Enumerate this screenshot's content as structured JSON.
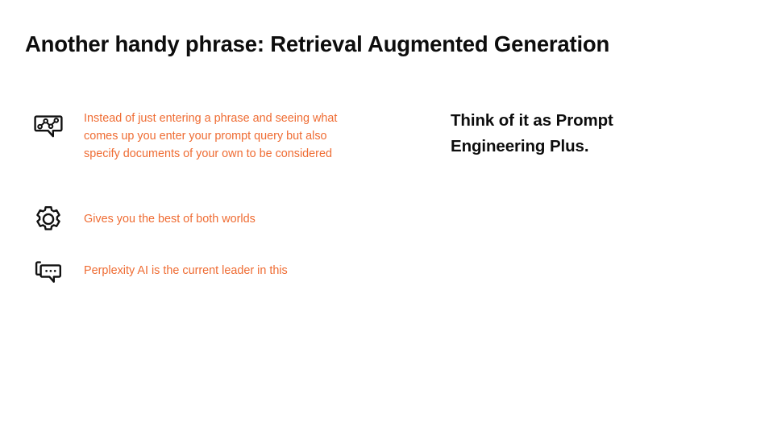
{
  "slide": {
    "title": "Another handy phrase: Retrieval Augmented Generation",
    "background_color": "#ffffff",
    "accent_color": "#ef6c33",
    "text_color": "#0d0d0d"
  },
  "left_column": {
    "bullets": [
      {
        "icon": "chart-speech-bubble-icon",
        "text": "Instead of just entering a phrase and seeing what comes up you enter your prompt query but also specify documents of your own to be considered"
      },
      {
        "icon": "gear-icon",
        "text": "Gives you the best of both worlds"
      },
      {
        "icon": "chat-bubbles-ellipsis-icon",
        "text": "Perplexity AI is the current leader in this"
      }
    ]
  },
  "right_column": {
    "callout": "Think of it as Prompt Engineering Plus."
  }
}
